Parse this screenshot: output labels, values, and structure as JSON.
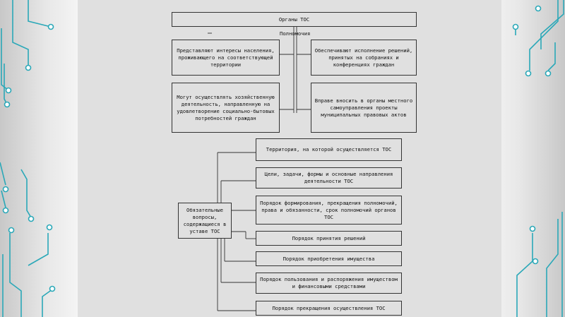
{
  "diagram": {
    "top": {
      "title": "Органы ТОС",
      "powers_label": "Полномочия",
      "powers": [
        "Представляют интересы населения, проживающего на соответствующей территории",
        "Обеспечивают исполнение решений, принятых на собраниях и конференциях граждан",
        "Могут осуществлять хозяйственную деятельность, направленную на удовлетворение социально-бытовых потребностей граждан",
        "Вправе вносить в органы местного самоуправления проекты муниципальных правовых актов"
      ]
    },
    "bottom": {
      "center": "Обязательные вопросы, содержащиеся в уставе ТОС",
      "items": [
        "Территория, на которой осуществляется ТОС",
        "Цели, задачи, формы и основные направления деятельности ТОС",
        "Порядок формирования, прекращения полномочий, права и обязанности, срок полномочий органов ТОС",
        "Порядок принятия решений",
        "Порядок приобретения имущества",
        "Порядок пользования и распоряжения имуществом и финансовыми средствами",
        "Порядок прекращения осуществления ТОС"
      ]
    }
  },
  "colors": {
    "slide_bg": "#e0e0e0",
    "border": "#333333",
    "circuit": "#2aa8b8"
  }
}
